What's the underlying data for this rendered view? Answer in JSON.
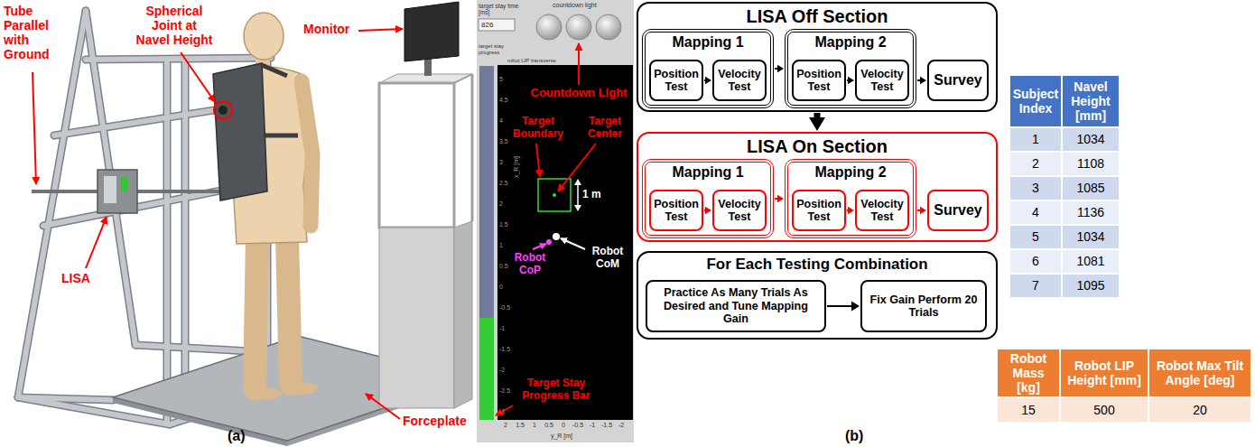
{
  "diagram": {
    "nodes": [
      {
        "text": [
          "LISA Off Section"
        ]
      },
      {
        "text": [
          "Mapping 1"
        ],
        "in": 0
      },
      {
        "text": [
          "Position Test"
        ],
        "in": 1
      },
      {
        "text": [
          "Velocity Test"
        ],
        "in": 1
      },
      {
        "text": [
          "Mapping 2"
        ],
        "in": 0
      },
      {
        "text": [
          "Position Test"
        ],
        "in": 4
      },
      {
        "text": [
          "Velocity Test"
        ],
        "in": 4
      },
      {
        "text": [
          "Survey"
        ],
        "in": 0
      },
      {
        "text": [
          "LISA On Section"
        ]
      },
      {
        "text": [
          "Mapping 1"
        ],
        "in": 8
      },
      {
        "text": [
          "Position Test"
        ],
        "in": 9
      },
      {
        "text": [
          "Velocity Test"
        ],
        "in": 9
      },
      {
        "text": [
          "Mapping 2"
        ],
        "in": 8
      },
      {
        "text": [
          "Position Test"
        ],
        "in": 12
      },
      {
        "text": [
          "Velocity Test"
        ],
        "in": 12
      },
      {
        "text": [
          "Survey"
        ],
        "in": 8
      },
      {
        "text": [
          "For Each Testing Combination"
        ]
      },
      {
        "text": [
          "Practice As Many Trials As Desired and Tune Mapping Gain"
        ],
        "in": 16
      },
      {
        "text": [
          "Fix Gain Perform 20 Trials"
        ],
        "in": 16
      }
    ],
    "edges": [
      {
        "from": 2,
        "to": 3,
        "arrow": "to"
      },
      {
        "from": 1,
        "to": 4,
        "arrow": "to"
      },
      {
        "from": 5,
        "to": 6,
        "arrow": "to"
      },
      {
        "from": 4,
        "to": 7,
        "arrow": "to"
      },
      {
        "from": 0,
        "to": 8,
        "arrow": "to"
      },
      {
        "from": 10,
        "to": 11,
        "arrow": "to"
      },
      {
        "from": 9,
        "to": 12,
        "arrow": "to"
      },
      {
        "from": 13,
        "to": 14,
        "arrow": "to"
      },
      {
        "from": 12,
        "to": 15,
        "arrow": "to"
      },
      {
        "from": 17,
        "to": 18,
        "arrow": "to"
      }
    ],
    "labels": [
      "Tube Parallel with Ground",
      "Spherical Joint at Navel Height",
      "Monitor",
      "LISA",
      "Forceplate",
      "(a)",
      "countdown light",
      "target stay time [ms]",
      "826",
      "target stay progress",
      "robot LIP transverse",
      "Countdown Light",
      "Target Boundary",
      "Target Center",
      "1 m",
      "Robot CoP",
      "Robot CoM",
      "Target Stay Progress Bar",
      "x_R [m]",
      "y_R [m]",
      "5",
      "4.5",
      "4",
      "3.5",
      "3",
      "2.5",
      "2",
      "1.5",
      "1",
      "0.5",
      "0",
      "-0.5",
      "-1",
      "-1.5",
      "-2",
      "-2.5",
      "-3",
      "2",
      "1.5",
      "1",
      "0.5",
      "0",
      "-0.5",
      "-1",
      "-1.5",
      "-2",
      "(b)",
      "Subject Index",
      "Navel Height [mm]",
      "1",
      "1034",
      "2",
      "1108",
      "3",
      "1085",
      "4",
      "1136",
      "5",
      "1034",
      "6",
      "1081",
      "7",
      "1095",
      "Robot Mass [kg]",
      "Robot LIP Height [mm]",
      "Robot Max Tilt Angle [deg]",
      "15",
      "500",
      "20"
    ]
  }
}
